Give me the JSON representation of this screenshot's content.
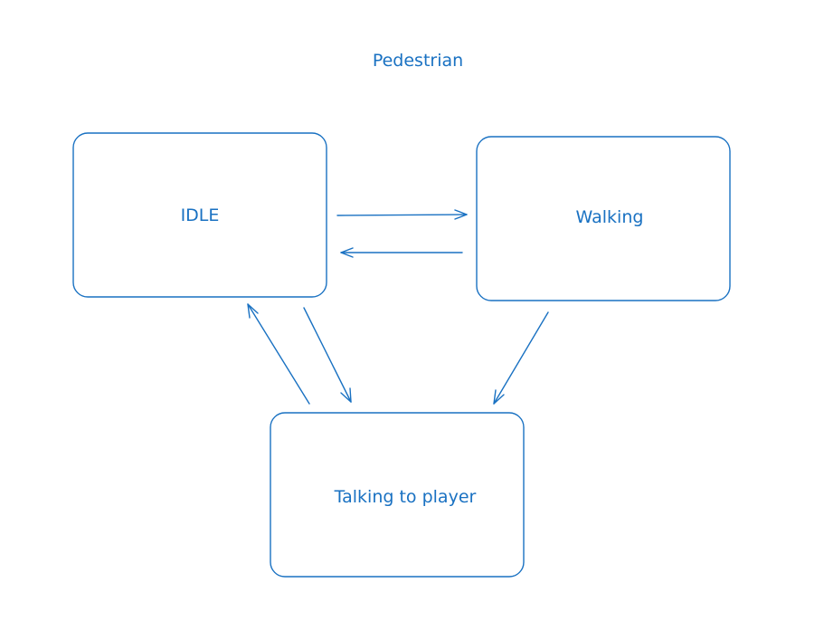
{
  "diagram": {
    "title": "Pedestrian",
    "stroke_color": "#1971c2",
    "nodes": [
      {
        "id": "idle",
        "label": "IDLE"
      },
      {
        "id": "walking",
        "label": "Walking"
      },
      {
        "id": "talking",
        "label": "Talking to player"
      }
    ],
    "edges": [
      {
        "from": "idle",
        "to": "walking"
      },
      {
        "from": "walking",
        "to": "idle"
      },
      {
        "from": "talking",
        "to": "idle"
      },
      {
        "from": "idle",
        "to": "talking"
      },
      {
        "from": "walking",
        "to": "talking"
      }
    ]
  }
}
